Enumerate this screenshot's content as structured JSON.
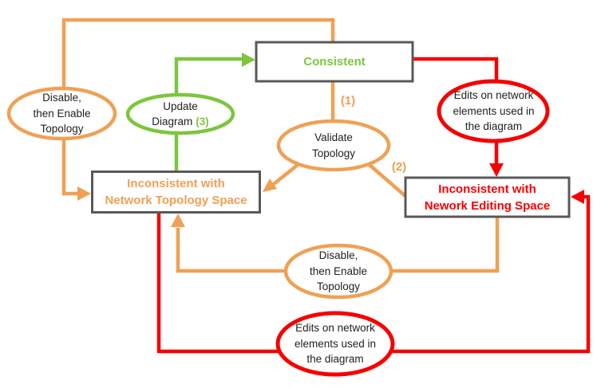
{
  "diagram": {
    "states": {
      "consistent": {
        "label": "Consistent"
      },
      "inconsistent_topology": {
        "line1": "Inconsistent with",
        "line2": "Network Topology Space"
      },
      "inconsistent_editing": {
        "line1": "Inconsistent with",
        "line2": "Nework Editing Space"
      }
    },
    "actions": {
      "disable_enable_top_left": {
        "line1": "Disable,",
        "line2": "then Enable",
        "line3": "Topology"
      },
      "update_diagram": {
        "line1": "Update",
        "line2_word": "Diagram",
        "line2_step": "(3)"
      },
      "validate_topology": {
        "line1": "Validate",
        "line2": "Topology"
      },
      "edits_top_right": {
        "line1": "Edits on network",
        "line2": "elements used in",
        "line3": "the diagram"
      },
      "disable_enable_bottom": {
        "line1": "Disable,",
        "line2": "then Enable",
        "line3": "Topology"
      },
      "edits_bottom": {
        "line1": "Edits on network",
        "line2": "elements used in",
        "line3": "the diagram"
      }
    },
    "edge_labels": {
      "step1": "(1)",
      "step2": "(2)"
    },
    "colors": {
      "orange": "#F0A054",
      "green": "#7CC63E",
      "red": "#F80000",
      "box_border": "#595959",
      "text": "#222222"
    }
  }
}
